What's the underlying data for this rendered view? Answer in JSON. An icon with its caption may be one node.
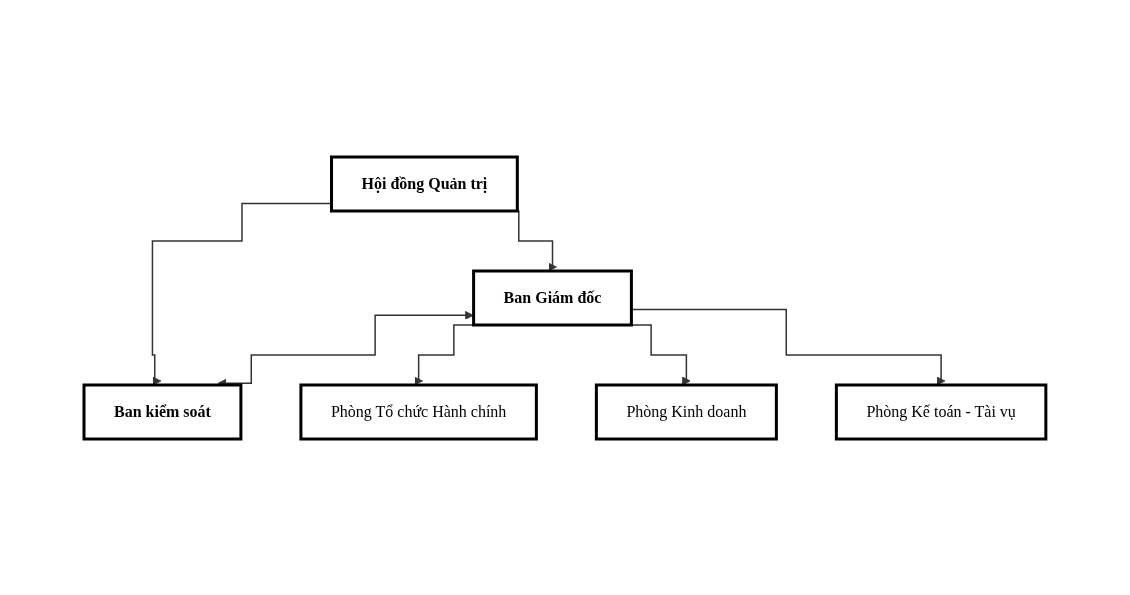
{
  "diagram": {
    "nodes": [
      {
        "text": [
          "Hội đồng Quản trị"
        ]
      },
      {
        "text": [
          "Ban Giám đốc"
        ]
      },
      {
        "text": [
          "Ban kiểm soát"
        ]
      },
      {
        "text": [
          "Phòng Tổ chức Hành chính"
        ]
      },
      {
        "text": [
          "Phòng Kinh doanh"
        ]
      },
      {
        "text": [
          "Phòng Kế toán - Tài vụ"
        ]
      }
    ],
    "edges": [
      {
        "from": 0,
        "to": 1,
        "arrow": "to"
      },
      {
        "from": 0,
        "to": 2,
        "arrow": "to"
      },
      {
        "from": 1,
        "to": 2,
        "arrow": "both"
      },
      {
        "from": 1,
        "to": 3,
        "arrow": "to"
      },
      {
        "from": 1,
        "to": 4,
        "arrow": "to"
      },
      {
        "from": 1,
        "to": 5,
        "arrow": "to"
      }
    ]
  }
}
